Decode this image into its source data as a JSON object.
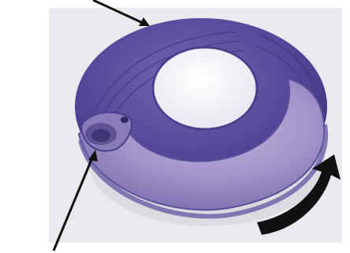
{
  "illustration": {
    "subject": "inhaler-device",
    "colors": {
      "background": "#ffffff",
      "panel": "#e9eaee",
      "cap_dark": "#4a3f8c",
      "cap_mid": "#6659a8",
      "body_light": "#a99ccc",
      "body_mid": "#8c7eb9",
      "window": "#f4f4f6",
      "arrow": "#111111"
    },
    "icons": [
      "pointer-arrow",
      "pointer-arrow",
      "rotation-arrow"
    ]
  }
}
